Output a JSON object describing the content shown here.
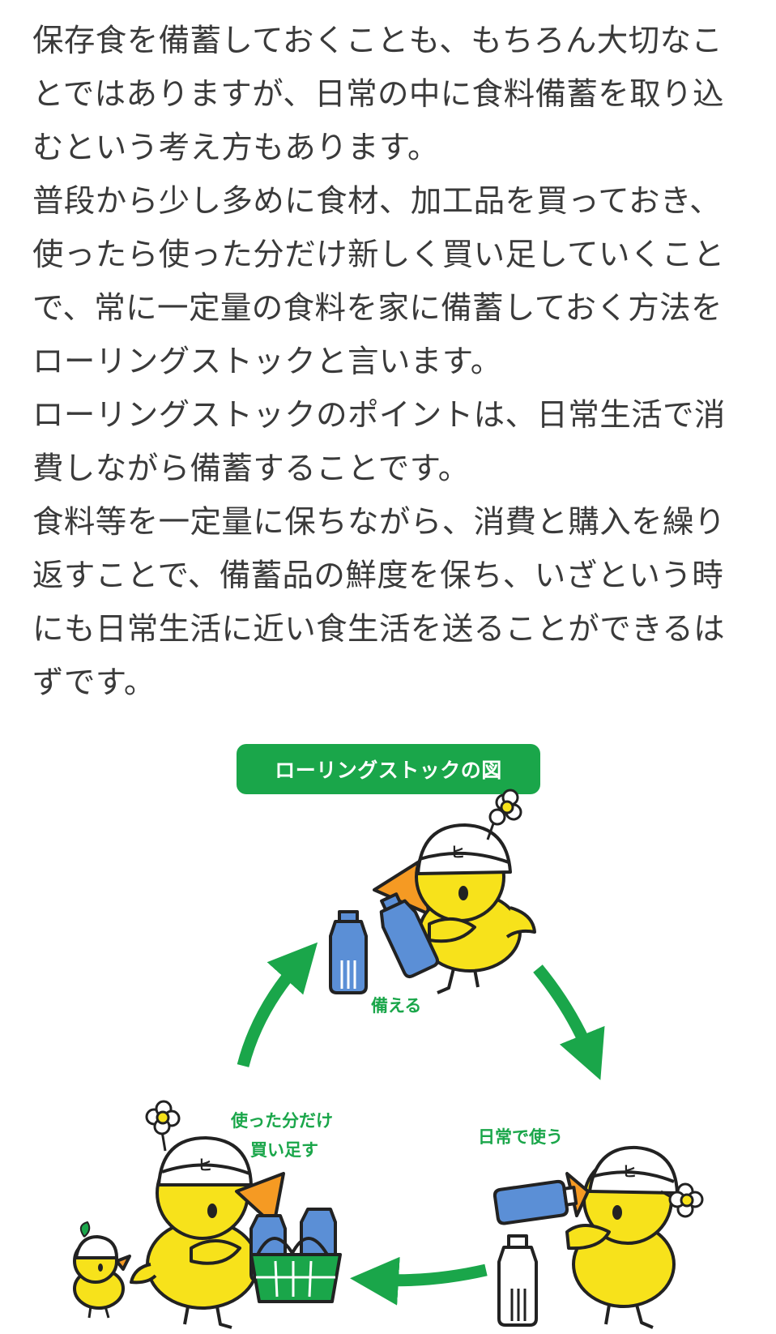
{
  "article": {
    "paragraphs": [
      [
        "保存食を備蓄しておくことも、もちろん大切なこ",
        "とではありますが、日常の中に食料備蓄を取り込",
        "むという考え方もあります。"
      ],
      [
        "普段から少し多めに食材、加工品を買っておき、",
        "使ったら使った分だけ新しく買い足していくこと",
        "で、常に一定量の食料を家に備蓄しておく方法を",
        "ローリングストックと言います。"
      ],
      [
        "ローリングストックのポイントは、日常生活で消",
        "費しながら備蓄することです。"
      ],
      [
        "食料等を一定量に保ちながら、消費と購入を繰り",
        "返すことで、備蓄品の鮮度を保ち、いざという時",
        "にも日常生活に近い食生活を送ることができるは",
        "ずです。"
      ]
    ]
  },
  "diagram": {
    "title": "ローリングストックの図",
    "stages": {
      "prepare": "備える",
      "use_line1": "日常で使う",
      "buy_line1": "使った分だけ",
      "buy_line2": "買い足す"
    },
    "colors": {
      "green": "#1aa64a",
      "chick_yellow": "#f7e21b",
      "beak_orange": "#f59a23",
      "bottle_blue": "#5b8fd6",
      "outline": "#222222"
    }
  }
}
